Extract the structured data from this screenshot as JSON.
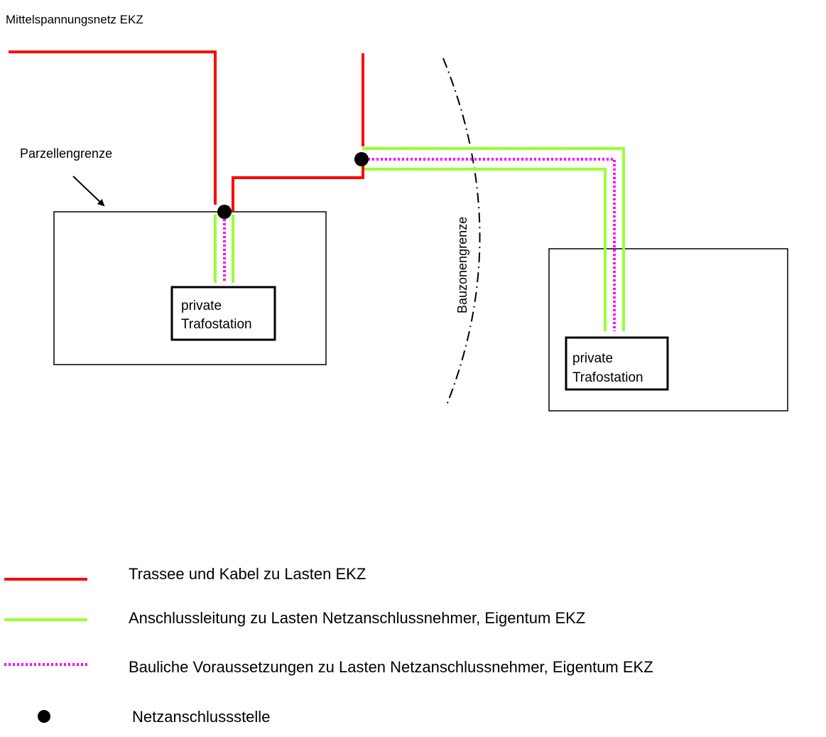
{
  "diagram": {
    "title": "Mittelspannungsnetz EKZ",
    "parcel_boundary_label": "Parzellengrenze",
    "zone_boundary_label": "Bauzonengrenze",
    "stations": [
      {
        "line1": "private",
        "line2": "Trafostation"
      },
      {
        "line1": "private",
        "line2": "Trafostation"
      }
    ],
    "colors": {
      "route_cable": "#ff0000",
      "connection_line": "#99ff33",
      "structural_prereq": "#ff00ff",
      "connection_point": "#000000"
    }
  },
  "legend": {
    "items": [
      {
        "label": "Trassee und Kabel zu Lasten EKZ",
        "style": "solid-red-line"
      },
      {
        "label": "Anschlussleitung zu Lasten Netzanschlussnehmer, Eigentum EKZ",
        "style": "solid-green-line"
      },
      {
        "label": "Bauliche Voraussetzungen zu Lasten Netzanschlussnehmer, Eigentum EKZ",
        "style": "dotted-magenta-line"
      },
      {
        "label": "Netzanschlussstelle",
        "style": "black-dot"
      }
    ]
  }
}
